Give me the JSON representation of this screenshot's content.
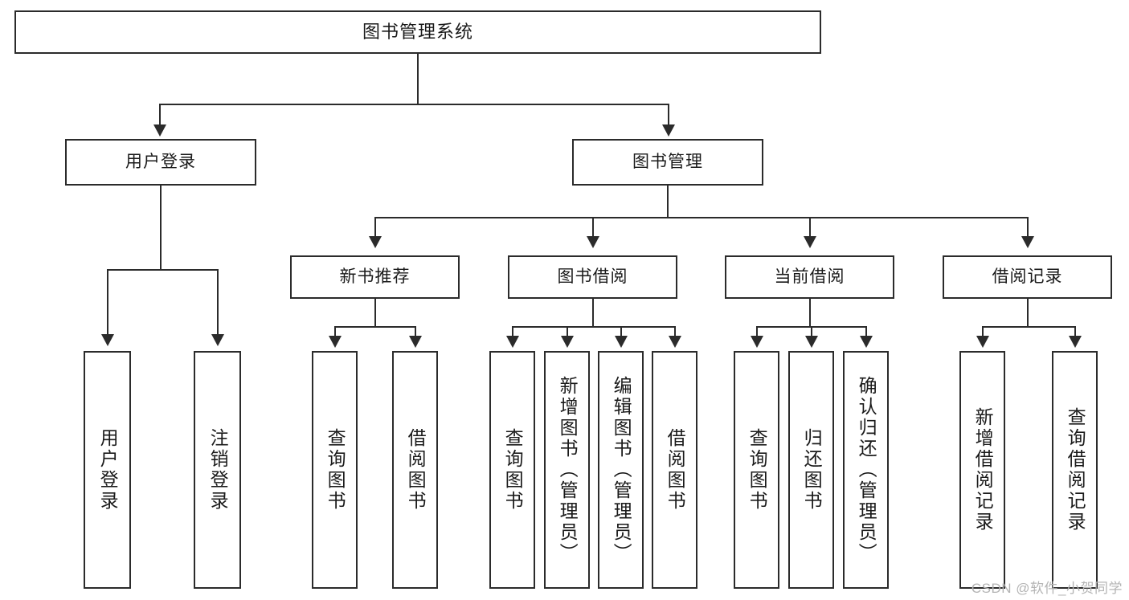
{
  "diagram": {
    "title": "图书管理系统",
    "type": "tree",
    "root": {
      "label": "图书管理系统"
    },
    "level1": [
      {
        "label": "用户登录"
      },
      {
        "label": "图书管理"
      }
    ],
    "level2": [
      {
        "label": "新书推荐"
      },
      {
        "label": "图书借阅"
      },
      {
        "label": "当前借阅"
      },
      {
        "label": "借阅记录"
      }
    ],
    "leaves": {
      "user_login": [
        {
          "label": "用户登录"
        },
        {
          "label": "注销登录"
        }
      ],
      "new_book_recommend": [
        {
          "label": "查询图书"
        },
        {
          "label": "借阅图书"
        }
      ],
      "book_borrow": [
        {
          "label": "查询图书"
        },
        {
          "label": "新增图书（管理员）"
        },
        {
          "label": "编辑图书（管理员）"
        },
        {
          "label": "借阅图书"
        }
      ],
      "current_borrow": [
        {
          "label": "查询图书"
        },
        {
          "label": "归还图书"
        },
        {
          "label": "确认归还（管理员）"
        }
      ],
      "borrow_record": [
        {
          "label": "新增借阅记录"
        },
        {
          "label": "查询借阅记录"
        }
      ]
    }
  },
  "watermark": {
    "text": "CSDN @软件_小贺同学"
  },
  "colors": {
    "stroke": "#2b2b2b",
    "background": "#ffffff",
    "text": "#1a1a1a",
    "watermark": "#b4b4b4"
  }
}
